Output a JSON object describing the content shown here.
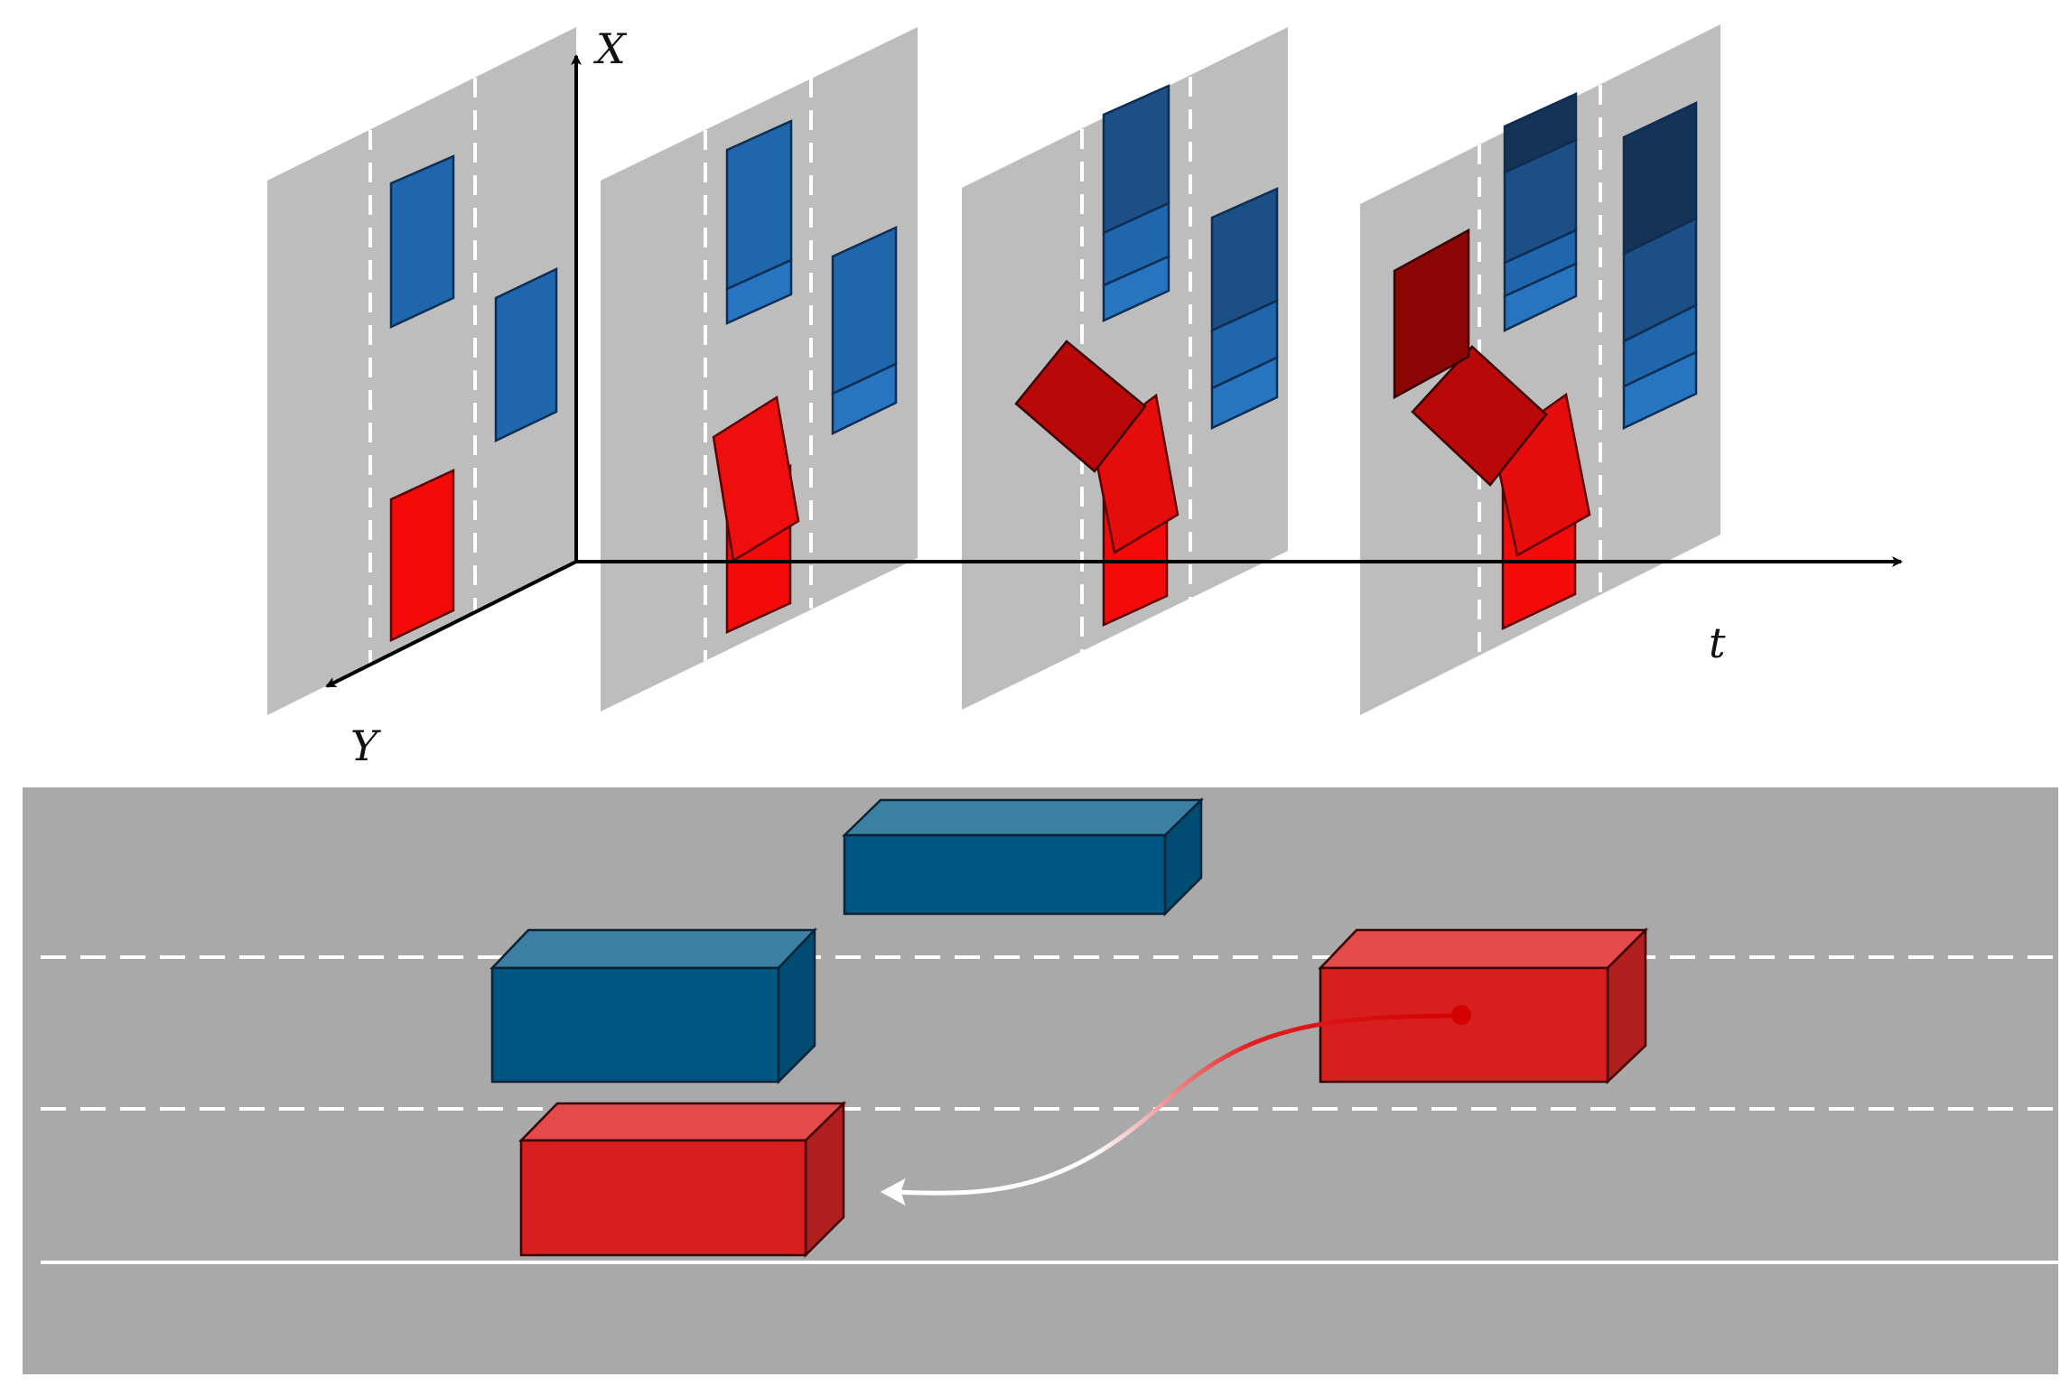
{
  "axes": {
    "x_label": "X",
    "y_label": "Y",
    "t_label": "t"
  },
  "colors": {
    "road": "#a9a9a9",
    "frame": "#bdbdbd",
    "lane_marking": "#ffffff",
    "ego_vehicle": "#d81f1f",
    "other_vehicle": "#005682",
    "slice_blue": "#1f66ad",
    "slice_red": "#f50a0a",
    "axis": "#000000"
  },
  "icons": [
    "ego-vehicle-box",
    "other-vehicle-box",
    "trajectory-arrow",
    "time-axis-arrow"
  ]
}
